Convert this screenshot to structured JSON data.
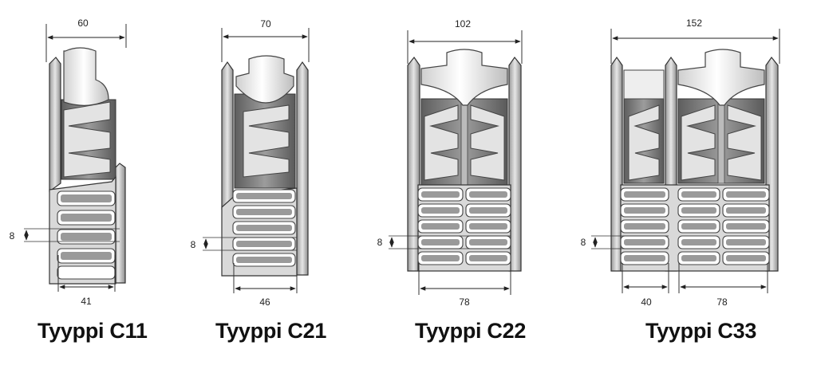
{
  "radiators": [
    {
      "type": "Tyyppi C11",
      "overall_width": "60",
      "finned_width": "41",
      "gap": "8"
    },
    {
      "type": "Tyyppi C21",
      "overall_width": "70",
      "finned_width": "46",
      "gap": "8"
    },
    {
      "type": "Tyyppi C22",
      "overall_width": "102",
      "finned_width": "78",
      "gap": "8"
    },
    {
      "type": "Tyyppi C33",
      "overall_width": "152",
      "finned_width": "78",
      "side_width": "40",
      "gap": "8"
    }
  ],
  "colors": {
    "line": "#333333",
    "metal_light": "#f2f2f2",
    "metal_mid": "#bdbdbd",
    "metal_dark": "#6e6e6e"
  }
}
